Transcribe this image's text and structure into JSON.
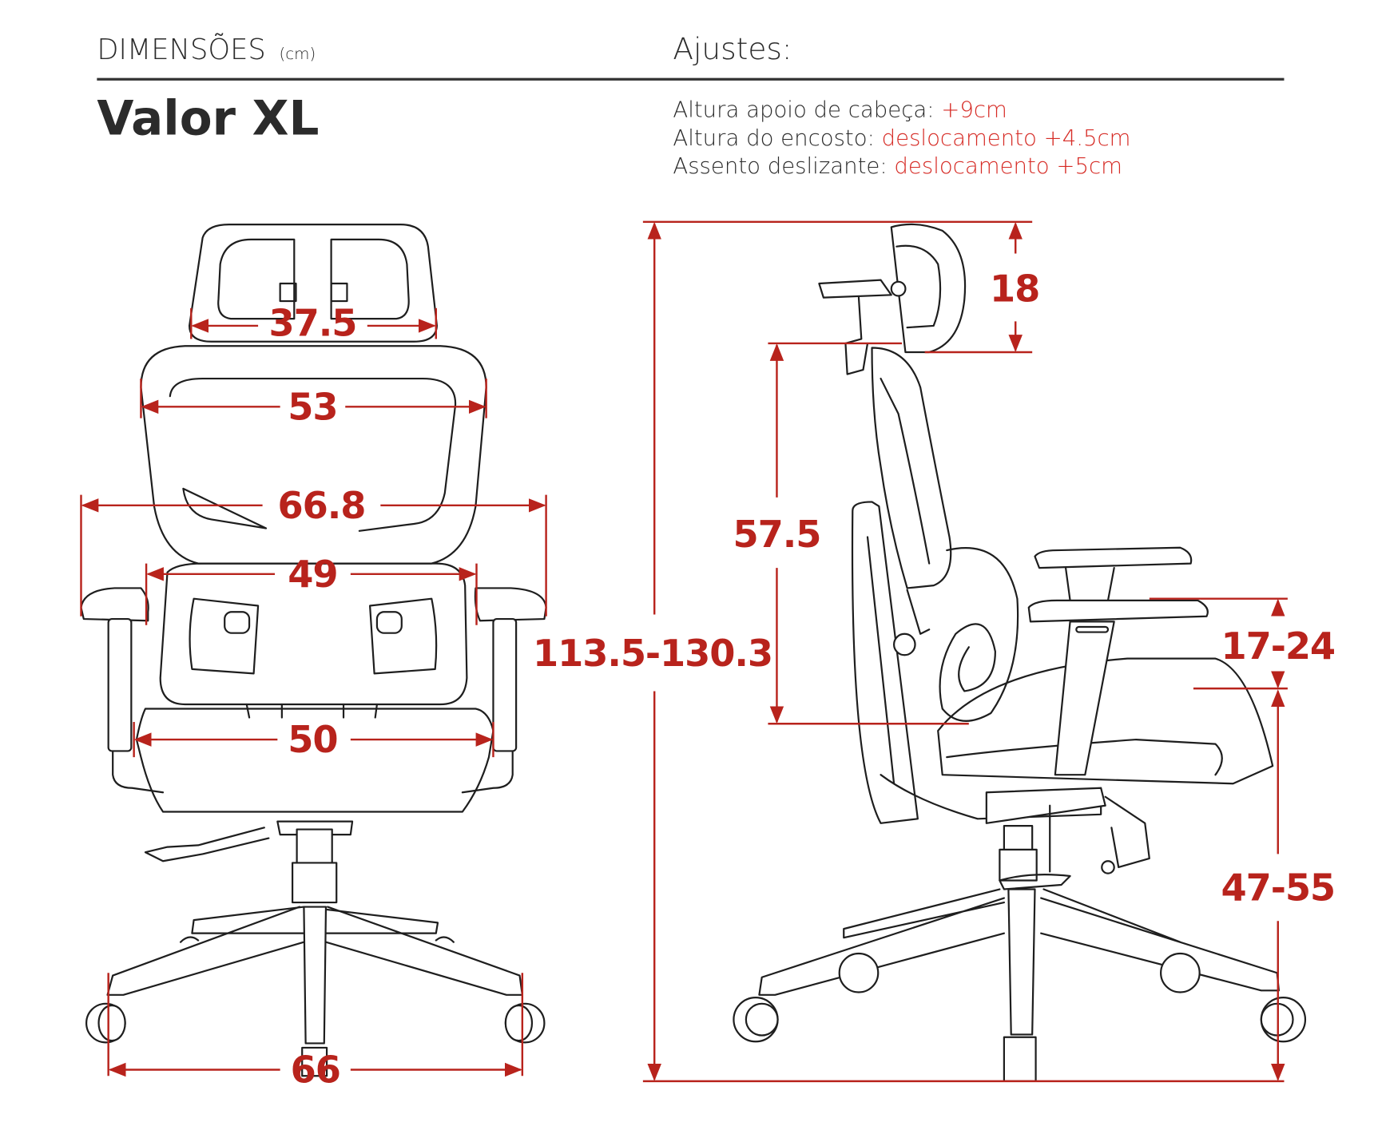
{
  "header": {
    "dimensions_label": "DIMENSÕES",
    "unit_label": "(cm)",
    "adjustments_label": "Ajustes:",
    "model_name": "Valor XL"
  },
  "adjustments": [
    {
      "label": "Altura apoio de cabeça:",
      "value": "+9cm"
    },
    {
      "label": "Altura do encosto:",
      "value": "deslocamento +4.5cm"
    },
    {
      "label": "Assento deslizante:",
      "value": "deslocamento +5cm"
    }
  ],
  "front_view": {
    "headrest_width": "37.5",
    "backrest_width": "53",
    "armrest_span": "66.8",
    "lumbar_width": "49",
    "seat_width": "50",
    "base_width": "66"
  },
  "side_view": {
    "total_height": "113.5-130.3",
    "headrest_height": "18",
    "backrest_height": "57.5",
    "armrest_height": "17-24",
    "seat_height": "47-55"
  },
  "colors": {
    "accent": "#b8231c",
    "adjust_value": "#d62a24",
    "text": "#2b2b2b"
  }
}
